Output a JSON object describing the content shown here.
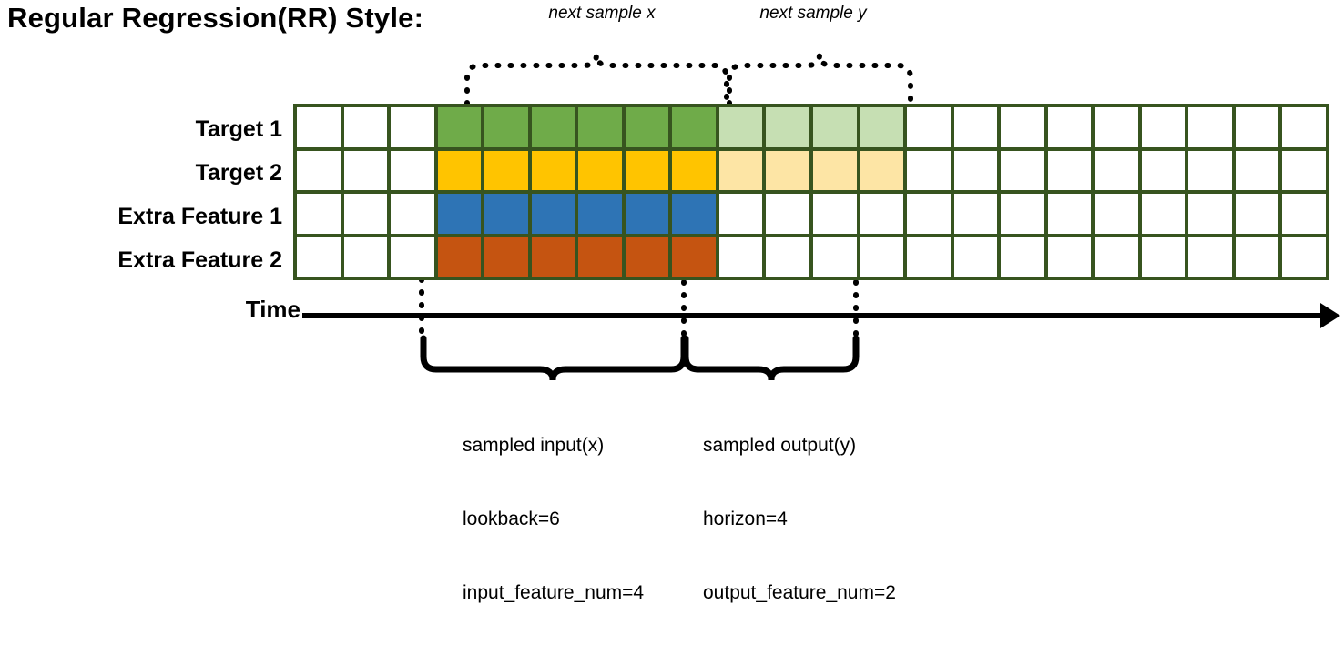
{
  "title": "Regular Regression(RR) Style:",
  "top_captions": {
    "x": "next sample x",
    "y": "next sample y"
  },
  "time_axis": {
    "label": "Time",
    "arrow": "right-arrow-icon"
  },
  "rows": [
    {
      "label": "Target 1",
      "name": "target-1"
    },
    {
      "label": "Target 2",
      "name": "target-2"
    },
    {
      "label": "Extra Feature 1",
      "name": "extra-feature-1"
    },
    {
      "label": "Extra Feature 2",
      "name": "extra-feature-2"
    }
  ],
  "grid": {
    "total_cells": 22,
    "input_start_index": 3,
    "input_cells": 6,
    "output_start_index": 9,
    "output_cells": 4,
    "row_fill": [
      {
        "row": "Target 1",
        "solid": "#6fab49",
        "faded": "#c6dfb3"
      },
      {
        "row": "Target 2",
        "solid": "#ffc400",
        "faded": "#fde5a5"
      },
      {
        "row": "Extra Feature 1",
        "solid": "#2e74b5",
        "faded": null
      },
      {
        "row": "Extra Feature 2",
        "solid": "#c55411",
        "faded": null
      }
    ],
    "empty_fill": "#ffffff",
    "border_color": "#37541f"
  },
  "bottom_braces": {
    "input": {
      "line1": "sampled input(x)",
      "line2": "lookback=6",
      "line3": "input_feature_num=4"
    },
    "output": {
      "line1": "sampled output(y)",
      "line2": "horizon=4",
      "line3": "output_feature_num=2"
    }
  },
  "colors": {
    "green": "#6fab49",
    "green_light": "#c6dfb3",
    "yellow": "#ffc400",
    "yellow_light": "#fde5a5",
    "blue": "#2e74b5",
    "orange": "#c55411",
    "grid_border": "#37541f",
    "ink": "#000000"
  }
}
